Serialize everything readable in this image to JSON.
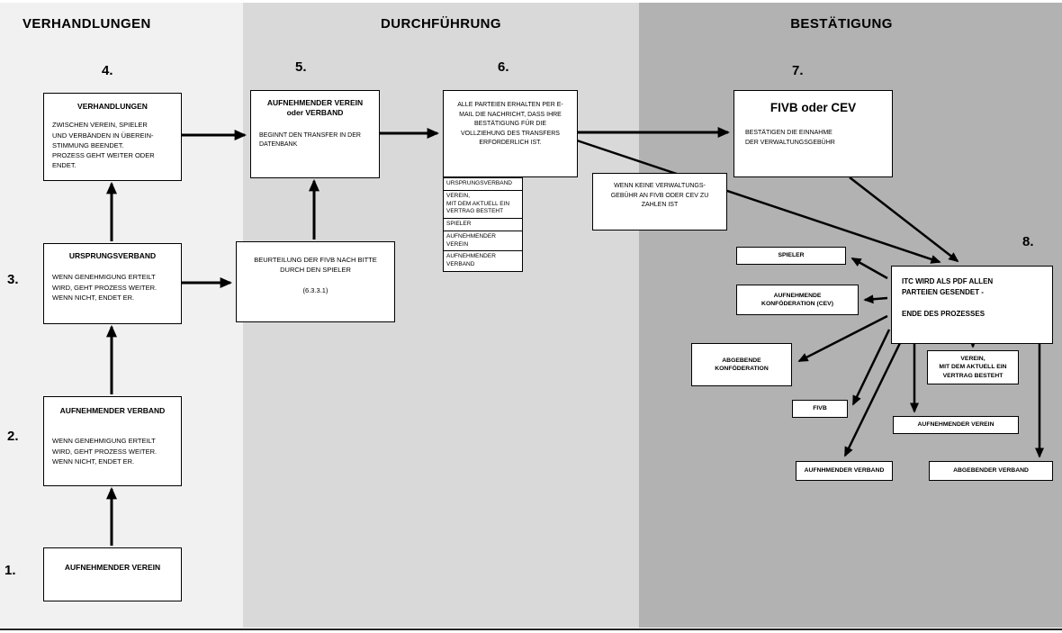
{
  "lanes": {
    "verhandlungen": "VERHANDLUNGEN",
    "durchfuehrung": "DURCHFÜHRUNG",
    "bestaetigung": "BESTÄTIGUNG"
  },
  "step_numbers": {
    "s1": "1.",
    "s2": "2.",
    "s3": "3.",
    "s4": "4.",
    "s5": "5.",
    "s6": "6.",
    "s7": "7.",
    "s8": "8."
  },
  "nodes": {
    "aufnehmender_verein_start": {
      "title": "AUFNEHMENDER VEREIN"
    },
    "aufnehmender_verband": {
      "title": "AUFNEHMENDER VERBAND",
      "body": "WENN GENEHMIGUNG ERTEILT\nWIRD, GEHT PROZESS WEITER.\nWENN NICHT, ENDET ER."
    },
    "ursprungsverband": {
      "title": "URSPRUNGSVERBAND",
      "body": "WENN  GENEHMIGUNG  ERTEILT\nWIRD,  GEHT  PROZESS  WEITER.\nWENN NICHT, ENDET ER."
    },
    "verhandlungen": {
      "title": "VERHANDLUNGEN",
      "body": "ZWISCHEN VEREIN, SPIELER\nUND VERBÄNDEN IN ÜBEREIN-\nSTIMMUNG BEENDET.\nPROZESS GEHT WEITER ODER\nENDET."
    },
    "beurteilung": {
      "body": "BEURTEILUNG DER FIVB NACH BITTE\nDURCH DEN SPIELER\n\n(6.3.3.1)"
    },
    "aufnehmender_verein_oder_verband": {
      "title": "AUFNEHMENDER VEREIN\noder VERBAND",
      "body": "BEGINNT DEN TRANSFER IN DER\nDATENBANK"
    },
    "email_benachrichtigung": {
      "body": "ALLE PARTEIEN ERHALTEN PER E-\nMAIL DIE NACHRICHT,  DASS IHRE\nBESTÄTIGUNG FÜR DIE\nVOLLZIEHUNG DES TRANSFERS\nERFORDERLICH IST."
    },
    "parteien_liste": [
      "URSPRUNGSVERBAND",
      "VEREIN,\nMIT DEM AKTUELL EIN\nVERTRAG BESTEHT",
      "SPIELER",
      "AUFNEHMENDER\nVEREIN",
      "AUFNEHMENDER\nVERBAND"
    ],
    "keine_gebuehr": {
      "body": "WENN KEINE VERWALTUNGS-\nGEBÜHR AN FIVB ODER CEV ZU\nZAHLEN IST"
    },
    "fivb_oder_cev": {
      "title": "FIVB oder CEV",
      "body": "BESTÄTIGEN DIE EINNAHME\nDER VERWALTUNGSGEBÜHR"
    },
    "itc_versand": {
      "body": "ITC WIRD ALS PDF ALLEN\nPARTEIEN GESENDET -\n\nENDE DES PROZESSES"
    },
    "empfaenger": {
      "spieler": "SPIELER",
      "aufnehmende_konfoederation": "AUFNEHMENDE\nKONFÖDERATION (CEV)",
      "abgebende_konfoederation": "ABGEBENDE\nKONFÖDERATION",
      "fivb": "FIVB",
      "aufnhmender_verband": "AUFNHMENDER VERBAND",
      "verein_mit_vertrag": "VEREIN,\nMIT DEM AKTUELL EIN\nVERTRAG BESTEHT",
      "aufnehmender_verein": "AUFNEHMENDER VEREIN",
      "abgebender_verband": "ABGEBENDER VERBAND"
    }
  }
}
